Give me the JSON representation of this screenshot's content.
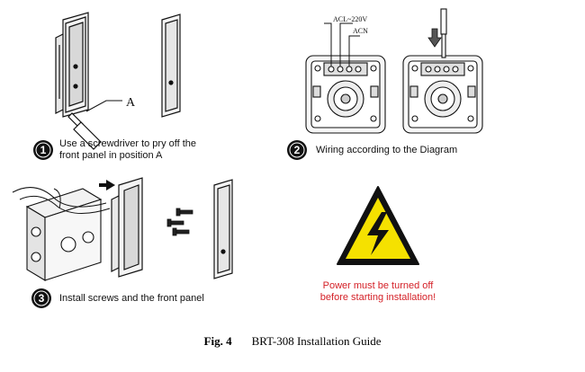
{
  "steps": [
    {
      "number": "1",
      "text_line1": "Use a screwdriver to pry off the",
      "text_line2": "front panel in position A",
      "callout": "A"
    },
    {
      "number": "2",
      "text_line1": "Wiring according to the Diagram",
      "text_line2": "",
      "wire_label_1": "ACL~220V",
      "wire_label_2": "ACN"
    },
    {
      "number": "3",
      "text_line1": "Install screws and the front panel",
      "text_line2": ""
    }
  ],
  "warning": {
    "line1": "Power must be turned off",
    "line2": "before starting installation!",
    "color": "#d41f26",
    "triangle_color": "#f5e100",
    "icon": "high-voltage-warning-icon"
  },
  "caption": {
    "label": "Fig. 4",
    "title": "BRT-308 Installation Guide"
  }
}
